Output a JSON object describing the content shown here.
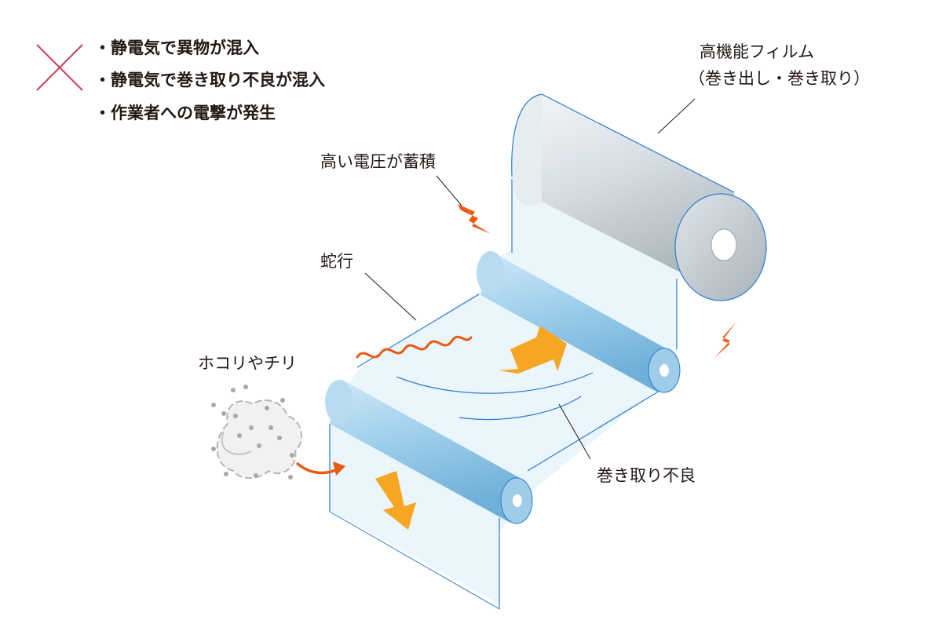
{
  "problems": {
    "items": [
      "・静電気で異物が混入",
      "・静電気で巻き取り不良が混入",
      "・作業者への電撃が発生"
    ]
  },
  "callouts": {
    "film_name": "高機能フィルム",
    "film_sub": "（巻き出し・巻き取り）",
    "high_voltage": "高い電圧が蓄積",
    "meander": "蛇行",
    "dust": "ホコリやチリ",
    "winding_defect": "巻き取り不良"
  },
  "colors": {
    "cross": "#c8435a",
    "arrow": "#f5a623",
    "spark": "#ea5a14",
    "film": "#dff0fa",
    "film_edge": "#2b7bd0",
    "roller": "#8ec7e8",
    "roll": "#cdd6dc"
  }
}
